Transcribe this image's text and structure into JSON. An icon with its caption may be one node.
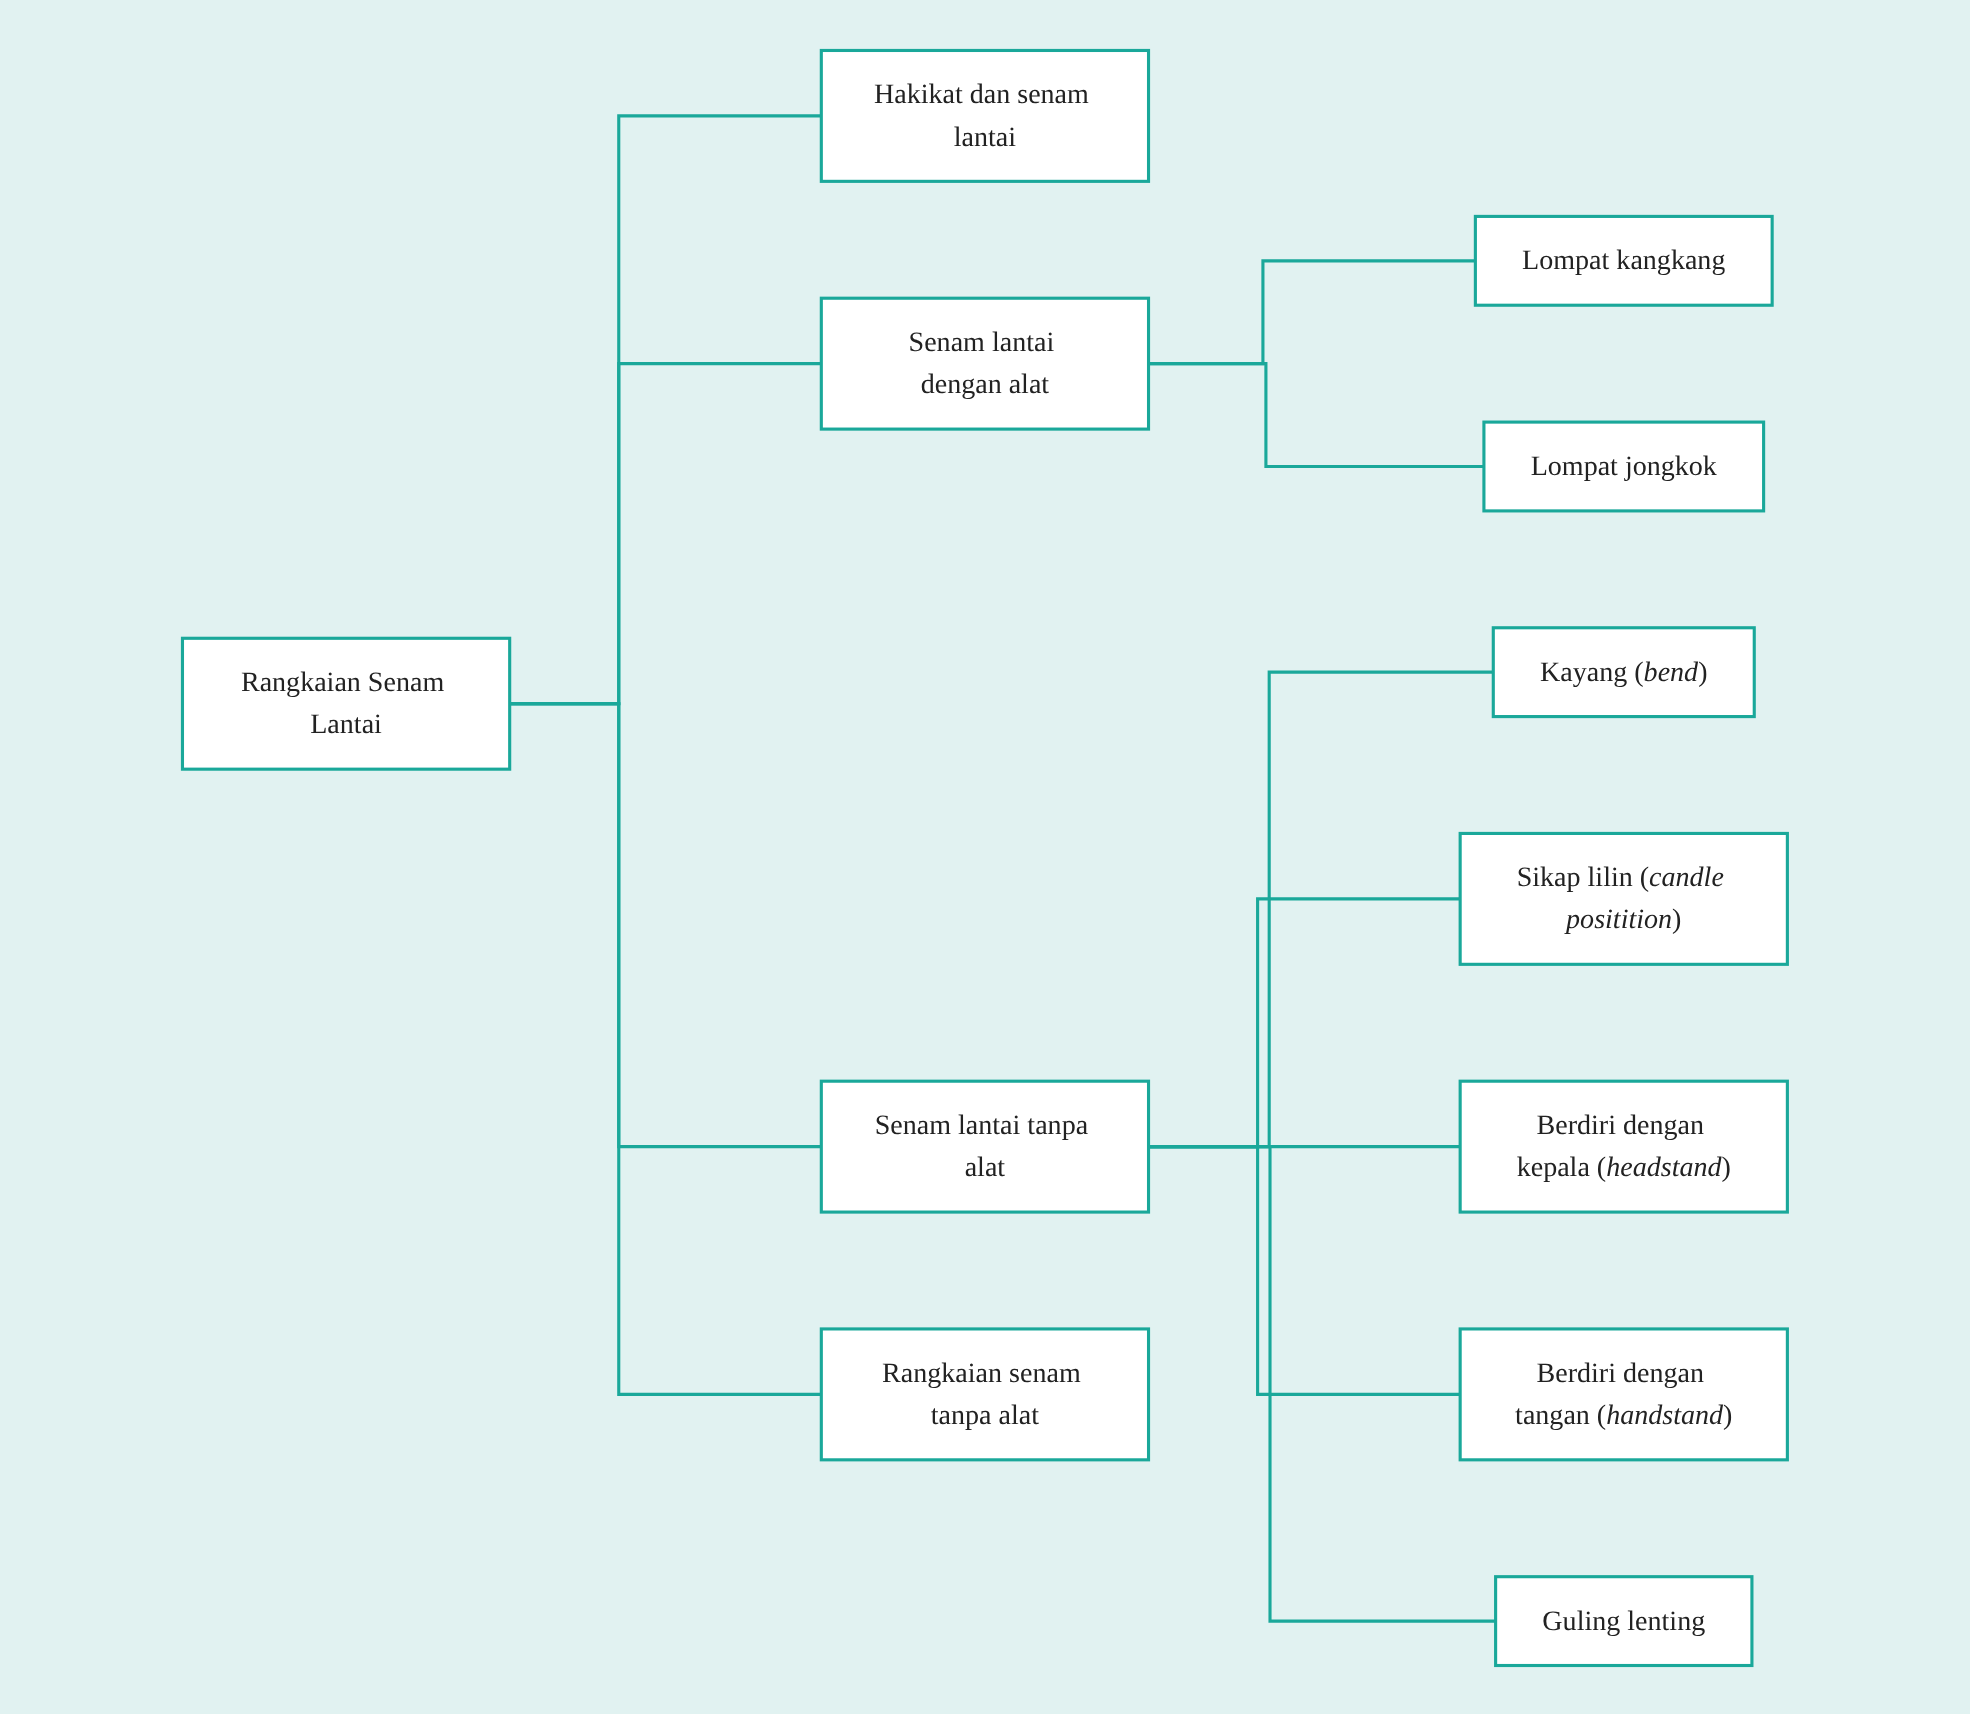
{
  "diagram": {
    "nodes": [
      {
        "text": [
          "Rangkaian Senam Lantai"
        ]
      },
      {
        "text": [
          "Hakikat dan senam lantai"
        ]
      },
      {
        "text": [
          "Senam lantai dengan alat"
        ]
      },
      {
        "text": [
          "Lompat kangkang"
        ]
      },
      {
        "text": [
          "Lompat jongkok"
        ]
      },
      {
        "text": [
          "Senam lantai tanpa alat"
        ]
      },
      {
        "text": [
          "Kayang (*bend*)"
        ]
      },
      {
        "text": [
          "Sikap lilin (*candle positition*)"
        ]
      },
      {
        "text": [
          "Berdiri dengan kepala (*headstand*)"
        ]
      },
      {
        "text": [
          "Berdiri dengan tangan (*handstand*)"
        ]
      },
      {
        "text": [
          "Guling lenting"
        ]
      },
      {
        "text": [
          "Rangkaian senam tanpa alat"
        ]
      }
    ],
    "edges": [
      {
        "from": 0,
        "to": 1,
        "arrow": "none"
      },
      {
        "from": 0,
        "to": 2,
        "arrow": "none"
      },
      {
        "from": 0,
        "to": 5,
        "arrow": "none"
      },
      {
        "from": 0,
        "to": 11,
        "arrow": "none"
      },
      {
        "from": 2,
        "to": 3,
        "arrow": "none"
      },
      {
        "from": 2,
        "to": 4,
        "arrow": "none"
      },
      {
        "from": 5,
        "to": 6,
        "arrow": "none"
      },
      {
        "from": 5,
        "to": 7,
        "arrow": "none"
      },
      {
        "from": 5,
        "to": 8,
        "arrow": "none"
      },
      {
        "from": 5,
        "to": 9,
        "arrow": "none"
      },
      {
        "from": 5,
        "to": 10,
        "arrow": "none"
      }
    ]
  }
}
